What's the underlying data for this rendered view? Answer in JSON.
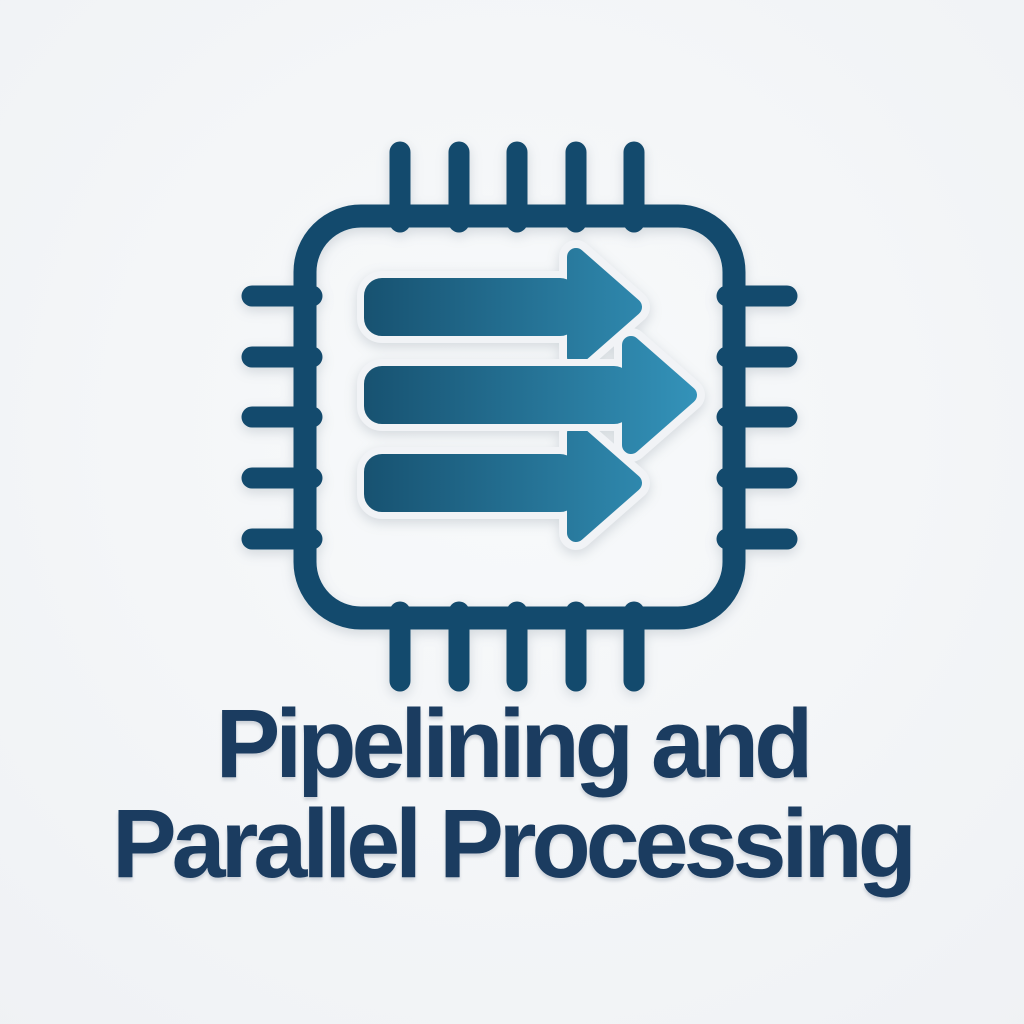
{
  "theme": {
    "chip": "#134a6d",
    "arrow-start": "#175271",
    "arrow-end": "#3494bb",
    "text": "#1b3c60",
    "halo": "#f1f3f6",
    "bg-center": "#f8fafb",
    "bg-mid": "#f0f2f5",
    "bg-edge": "#e7eaee"
  },
  "logo": {
    "name": "cpu-chip-with-pipeline-arrows",
    "description": "Rounded-square microchip outline with five pins per side containing three right-pointing gradient arrows",
    "pins_per_side": 5,
    "arrow_count": 3
  },
  "caption": {
    "line1": "Pipelining and",
    "line2": "Parallel Processing"
  }
}
